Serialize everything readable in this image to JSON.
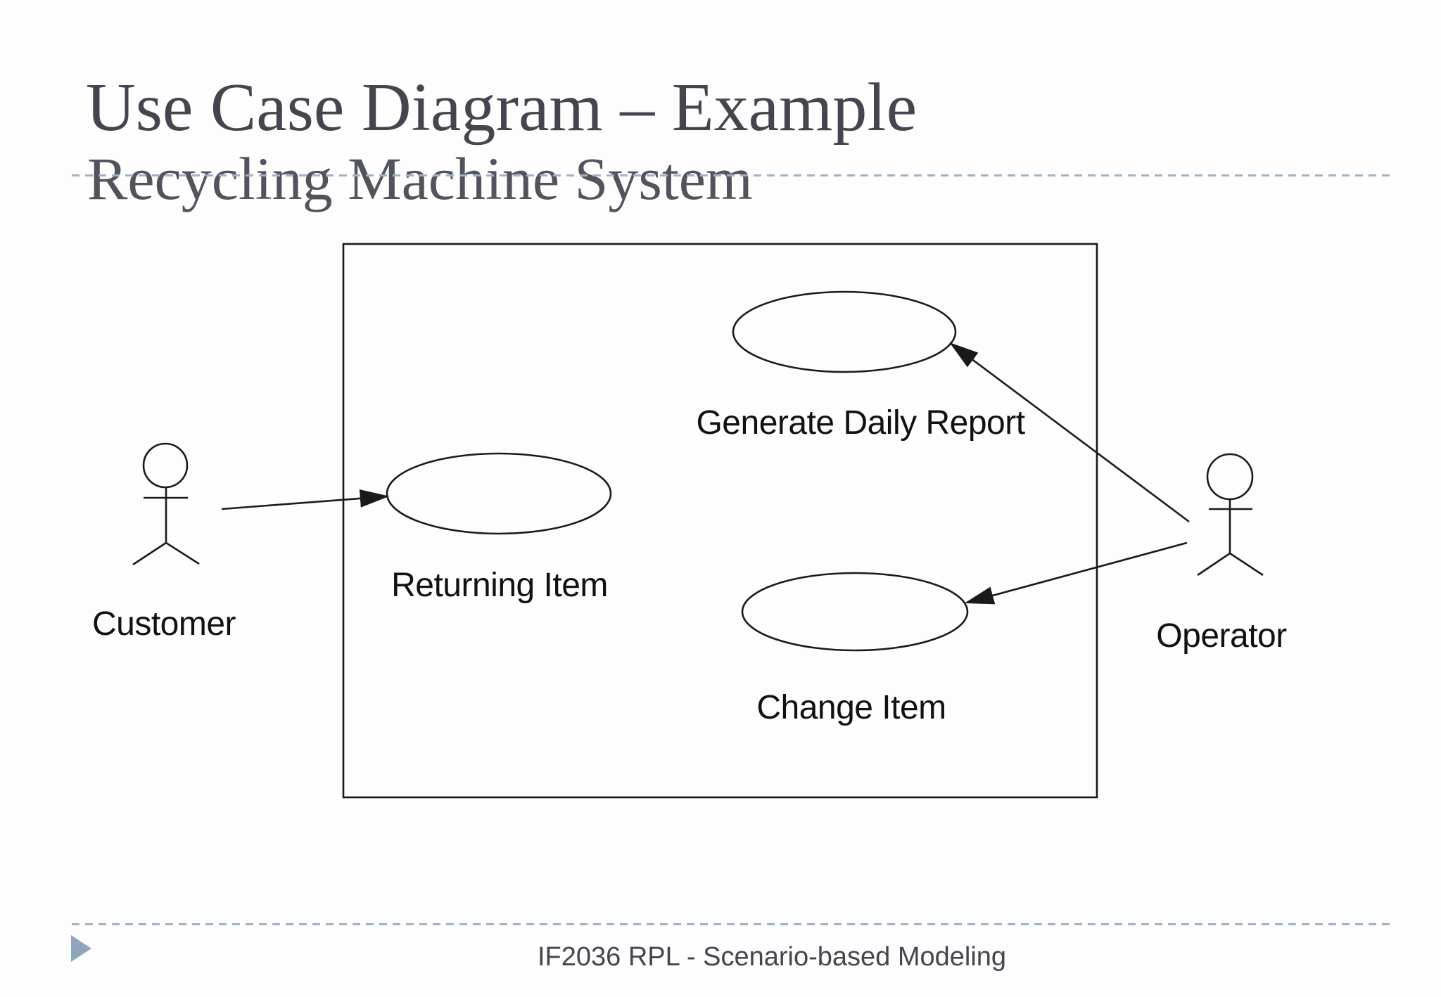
{
  "slide": {
    "title": "Use Case Diagram – Example",
    "subtitle": "Recycling Machine System",
    "footer_text": "IF2036 RPL - Scenario-based Modeling",
    "footer_bullet_icon": "right-pointing-triangle"
  },
  "diagram": {
    "type": "uml-use-case",
    "system_boundary": {
      "shape": "rectangle",
      "label": ""
    },
    "use_cases": [
      {
        "label": "Generate Daily Report"
      },
      {
        "label": "Returning Item"
      },
      {
        "label": "Change Item"
      }
    ],
    "actors": [
      {
        "label": "Customer",
        "position": "left"
      },
      {
        "label": "Operator",
        "position": "right"
      }
    ],
    "associations": [
      {
        "from": "Customer",
        "to": "Returning Item",
        "arrow": "into-use-case"
      },
      {
        "from": "Operator",
        "to": "Generate Daily Report",
        "arrow": "into-use-case"
      },
      {
        "from": "Operator",
        "to": "Change Item",
        "arrow": "into-use-case"
      }
    ]
  },
  "colors": {
    "background": "#fdfdfe",
    "title_text": "#45454f",
    "subtitle_text": "#53535d",
    "divider_dash": "#9fb2c6",
    "footer_triangle": "#8fa5bd",
    "footer_text": "#45454d",
    "diagram_stroke": "#1a1a1a",
    "label_text": "#111111"
  }
}
